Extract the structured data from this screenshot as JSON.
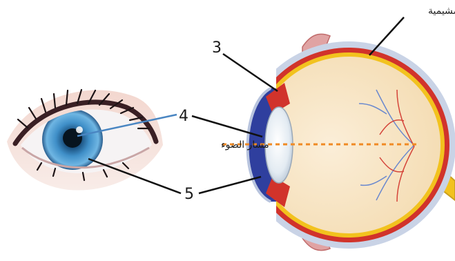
{
  "labels": {
    "choroid": "المشيمية",
    "light_path": "مسار الضوء",
    "n3": "3",
    "n4": "4",
    "n5": "5"
  },
  "colors": {
    "iris": "#3f8fc8",
    "sclera_outer": "#c9d3e6",
    "choroid_red": "#d1332b",
    "retina_yellow": "#f2c21e",
    "vitreous": "#f9e7c8",
    "cornea_blue": "#2f3f9e",
    "light_path": "#f08a24",
    "vessels": "#5b7fd0"
  }
}
